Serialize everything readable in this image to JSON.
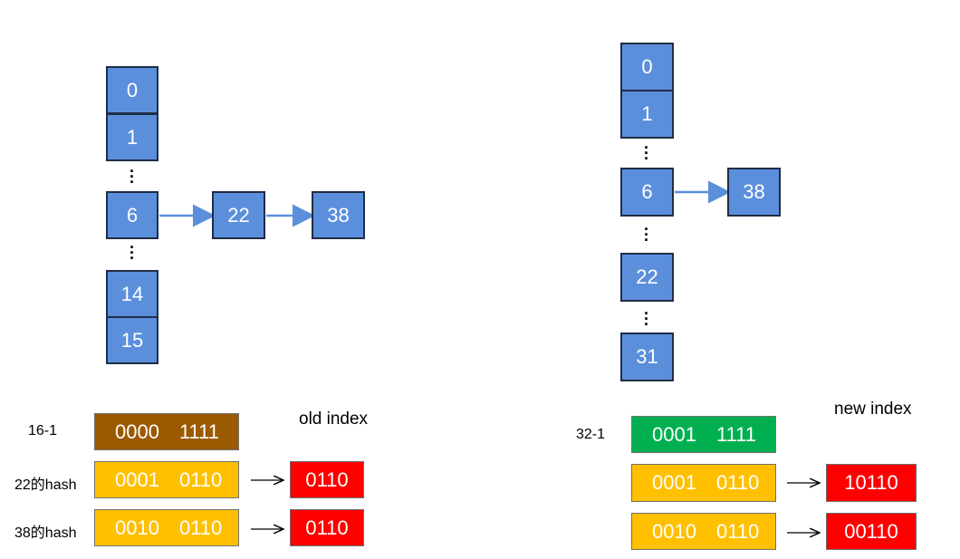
{
  "left": {
    "buckets": [
      "0",
      "1",
      "6",
      "14",
      "15"
    ],
    "chain": [
      "22",
      "38"
    ]
  },
  "right": {
    "buckets": [
      "0",
      "1",
      "6",
      "22",
      "31"
    ],
    "chain": [
      "38"
    ]
  },
  "old_table": {
    "title": "old index",
    "rows": [
      {
        "label": "16-1",
        "hi": "0000",
        "lo": "1111",
        "result": ""
      },
      {
        "label": "22的hash",
        "hi": "0001",
        "lo": "0110",
        "result": "0110"
      },
      {
        "label": "38的hash",
        "hi": "0010",
        "lo": "0110",
        "result": "0110"
      }
    ]
  },
  "new_table": {
    "title": "new index",
    "rows": [
      {
        "label": "32-1",
        "hi": "0001",
        "lo": "1111",
        "result": ""
      },
      {
        "label": "",
        "hi": "0001",
        "lo": "0110",
        "result": "10110"
      },
      {
        "label": "",
        "hi": "0010",
        "lo": "0110",
        "result": "00110"
      }
    ]
  },
  "colors": {
    "bucket": "#5b8fdc",
    "mask_old": "#9b5a00",
    "mask_new": "#00b050",
    "hash": "#ffc000",
    "result": "#ff0000",
    "link_arrow": "#5b8fdc"
  }
}
